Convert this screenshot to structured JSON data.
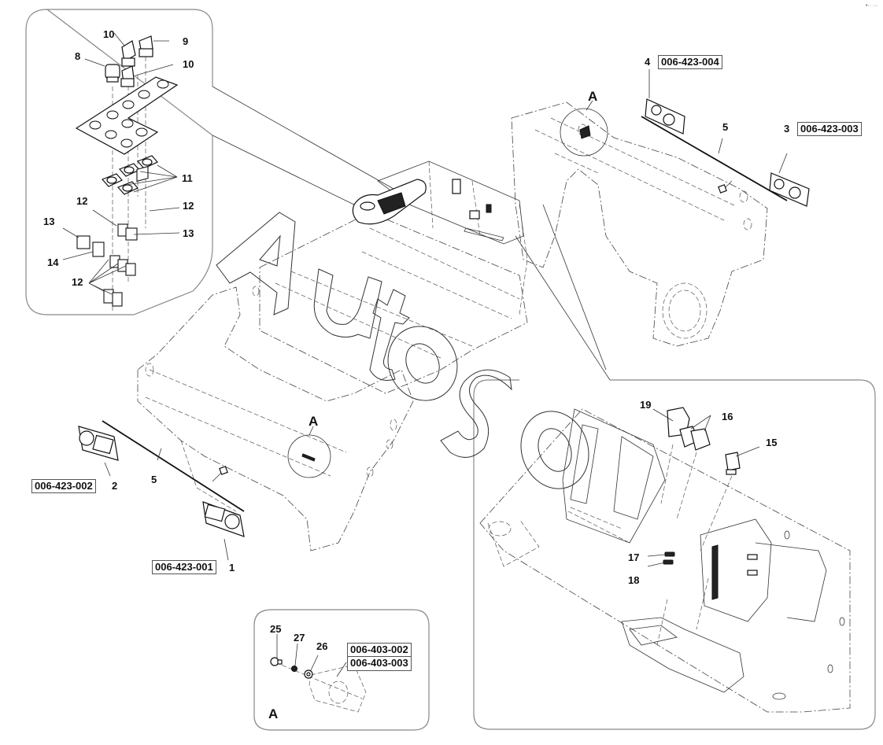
{
  "diagram": {
    "type": "exploded-parts-diagram",
    "watermark": "AutoSoft",
    "corner_mark": "•·· ···"
  },
  "insets": {
    "switch_panel": {
      "callouts": {
        "c8": "8",
        "c9": "9",
        "c10a": "10",
        "c10b": "10",
        "c11": "11",
        "c12a": "12",
        "c12b": "12",
        "c12c": "12",
        "c13a": "13",
        "c13b": "13",
        "c14": "14"
      }
    },
    "detail_A": {
      "title": "A",
      "callouts": {
        "c25": "25",
        "c26": "26",
        "c27": "27"
      },
      "part_numbers": [
        "006-403-002",
        "006-403-003"
      ]
    },
    "control_panel": {
      "callouts": {
        "c15": "15",
        "c16": "16",
        "c17": "17",
        "c18": "18",
        "c19": "19"
      }
    }
  },
  "main": {
    "detail_refs": {
      "top": "A",
      "bottom": "A"
    },
    "lights_rear": {
      "callout_4": "4",
      "pn_4": "006-423-004",
      "callout_3": "3",
      "pn_3": "006-423-003",
      "callout_5": "5"
    },
    "lights_front": {
      "callout_2": "2",
      "pn_2": "006-423-002",
      "callout_1": "1",
      "pn_1": "006-423-001",
      "callout_5": "5"
    }
  }
}
